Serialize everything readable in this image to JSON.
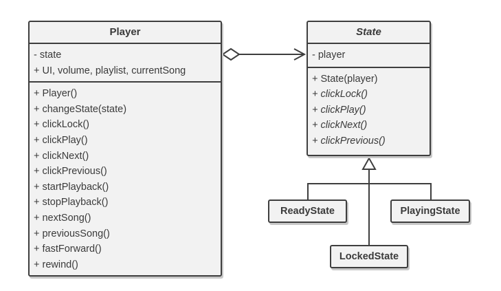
{
  "player": {
    "name": "Player",
    "fields": [
      "- state",
      "+ UI, volume, playlist, currentSong"
    ],
    "methods": [
      "+ Player()",
      "+ changeState(state)",
      "+ clickLock()",
      "+ clickPlay()",
      "+ clickNext()",
      "+ clickPrevious()",
      "+ startPlayback()",
      "+ stopPlayback()",
      "+ nextSong()",
      "+ previousSong()",
      "+ fastForward()",
      "+ rewind()"
    ]
  },
  "state": {
    "name": "State",
    "fields": [
      "- player"
    ],
    "constructor": "+ State(player)",
    "abstract_methods": [
      "+ clickLock()",
      "+ clickPlay()",
      "+ clickNext()",
      "+ clickPrevious()"
    ]
  },
  "subclasses": {
    "ready": "ReadyState",
    "playing": "PlayingState",
    "locked": "LockedState"
  }
}
